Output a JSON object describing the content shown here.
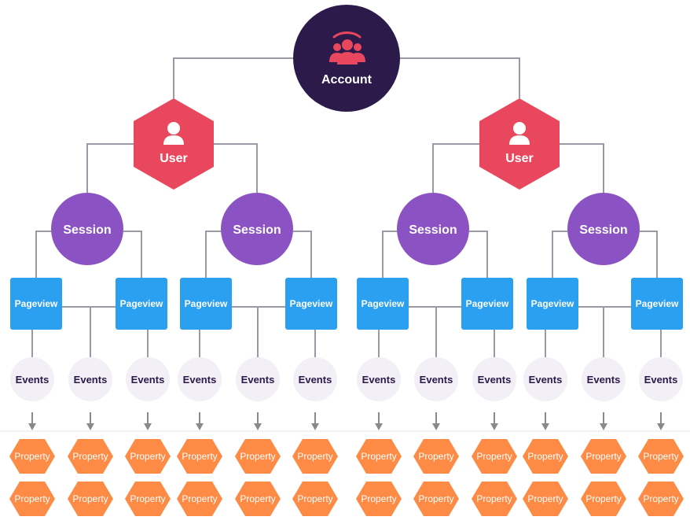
{
  "account": {
    "label": "Account",
    "icon": "people-group-icon"
  },
  "users": [
    {
      "label": "User",
      "icon": "person-icon"
    },
    {
      "label": "User",
      "icon": "person-icon"
    }
  ],
  "sessions": [
    {
      "label": "Session"
    },
    {
      "label": "Session"
    },
    {
      "label": "Session"
    },
    {
      "label": "Session"
    }
  ],
  "pageviews": [
    {
      "label": "Pageview"
    },
    {
      "label": "Pageview"
    },
    {
      "label": "Pageview"
    },
    {
      "label": "Pageview"
    },
    {
      "label": "Pageview"
    },
    {
      "label": "Pageview"
    },
    {
      "label": "Pageview"
    },
    {
      "label": "Pageview"
    }
  ],
  "events": [
    {
      "label": "Events"
    },
    {
      "label": "Events"
    },
    {
      "label": "Events"
    },
    {
      "label": "Events"
    },
    {
      "label": "Events"
    },
    {
      "label": "Events"
    },
    {
      "label": "Events"
    },
    {
      "label": "Events"
    },
    {
      "label": "Events"
    },
    {
      "label": "Events"
    },
    {
      "label": "Events"
    },
    {
      "label": "Events"
    }
  ],
  "property_label": "Property",
  "colors": {
    "account": "#2b1a4a",
    "account_icon": "#e8475e",
    "user": "#e8475e",
    "session": "#8a52c2",
    "pageview": "#2b9ff0",
    "events_bg": "#f2f0f6",
    "events_text": "#2b1a4a",
    "property": "#fd8b45",
    "connector": "#9a9aa6",
    "arrow": "#8a8a8a"
  }
}
